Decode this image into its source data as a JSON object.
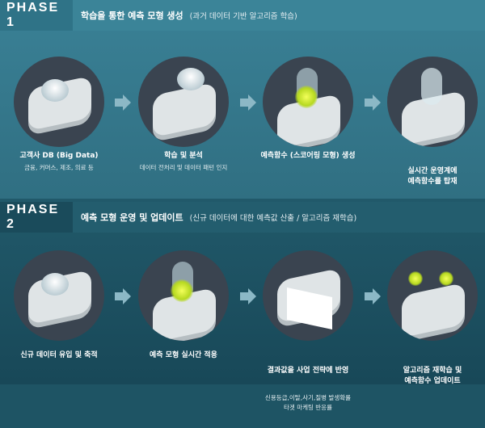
{
  "phase1": {
    "label": "PHASE 1",
    "title": "학습을 통한 예측 모형 생성",
    "subtitle": "(과거 데이터 기반 알고리즘 학습)",
    "steps": [
      {
        "caption": "고객사 DB (Big Data)",
        "detail": "금융, 커머스, 제조, 의료 등"
      },
      {
        "caption": "학습 및 분석",
        "detail": "데이터 전처리 및 데이터 패턴 인지"
      },
      {
        "caption": "예측함수 (스코어링 모형) 생성",
        "detail": ""
      },
      {
        "caption": "실시간 운영계에\n예측함수를 탑재",
        "detail": ""
      }
    ]
  },
  "phase2": {
    "label": "PHASE 2",
    "title": "예측 모형 운영 및 업데이트",
    "subtitle": "(신규 데이터에 대한 예측값 산출 / 알고리즘 재학습)",
    "steps": [
      {
        "caption": "신규 데이터 유입 및 축적",
        "detail": ""
      },
      {
        "caption": "예측 모형 실시간 적용",
        "detail": ""
      },
      {
        "caption": "결과값을 사업 전략에 반영",
        "detail": "신용등급,이탈,사기,질병 발생확률\n타겟 마케팅 반응률"
      },
      {
        "caption": "알고리즘 재학습 및\n예측함수 업데이트",
        "detail": ""
      }
    ]
  }
}
